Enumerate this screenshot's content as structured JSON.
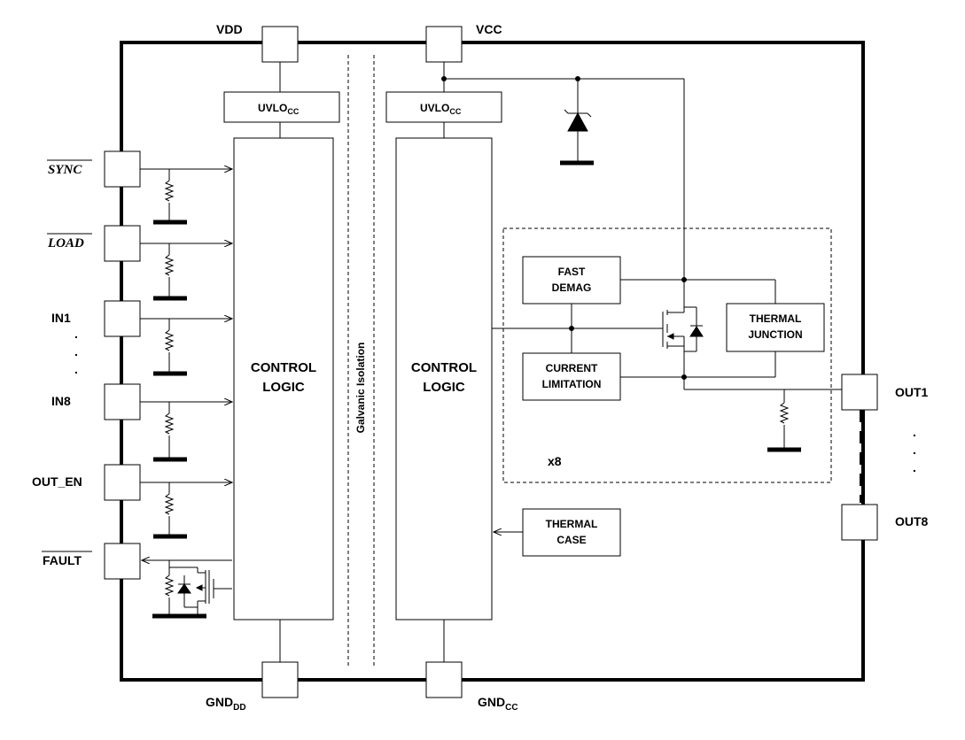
{
  "pins": {
    "vdd": "VDD",
    "vcc": "VCC",
    "gnd_dd": {
      "main": "GND",
      "sub": "DD"
    },
    "gnd_cc": {
      "main": "GND",
      "sub": "CC"
    },
    "sync": "SYNC",
    "load": "LOAD",
    "in1": "IN1",
    "in8": "IN8",
    "out_en": "OUT_EN",
    "fault": "FAULT",
    "out1": "OUT1",
    "out8": "OUT8",
    "ellipsis": "."
  },
  "blocks": {
    "uvlo_left": {
      "main": "UVLO",
      "sub": "CC"
    },
    "uvlo_right": {
      "main": "UVLO",
      "sub": "CC"
    },
    "control_logic_left": [
      "CONTROL",
      "LOGIC"
    ],
    "control_logic_right": [
      "CONTROL",
      "LOGIC"
    ],
    "fast_demag": [
      "FAST",
      "DEMAG"
    ],
    "current_limitation": [
      "CURRENT",
      "LIMITATION"
    ],
    "thermal_junction": [
      "THERMAL",
      "JUNCTION"
    ],
    "thermal_case": [
      "THERMAL",
      "CASE"
    ]
  },
  "labels": {
    "galvanic_isolation": "Galvanic Isolation",
    "multiplier": "x8"
  },
  "colors": {
    "line": "#000000",
    "background": "#ffffff"
  }
}
